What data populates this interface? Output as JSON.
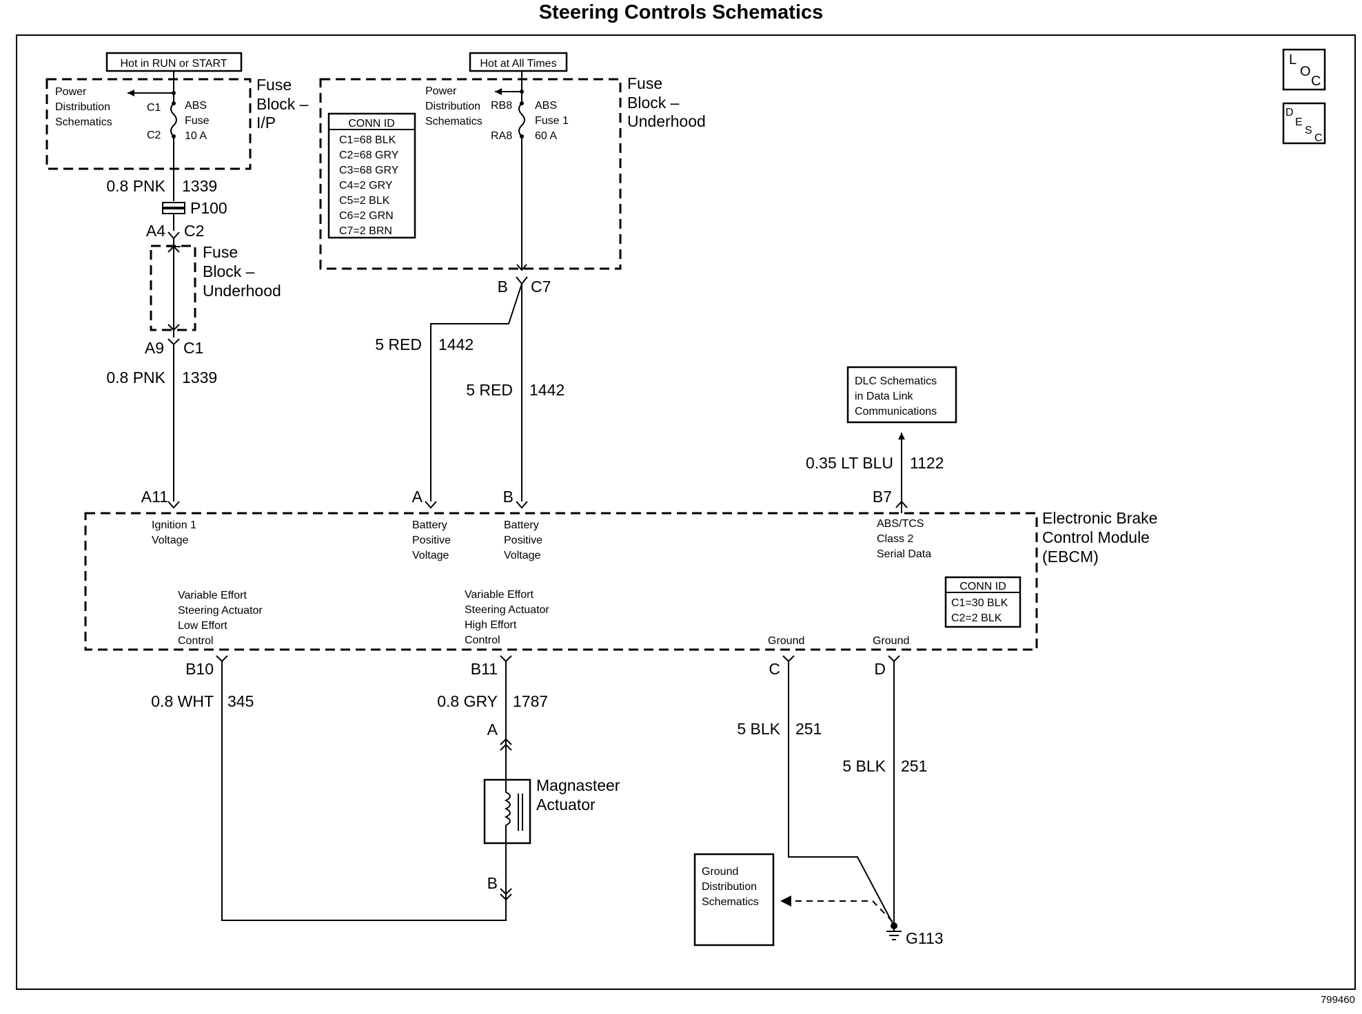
{
  "title": "Steering Controls Schematics",
  "figure_number": "799460",
  "icons": {
    "loc": "L O C",
    "desc": "D E S C"
  },
  "power": {
    "run_start": "Hot in RUN or START",
    "all_times": "Hot at All Times"
  },
  "fuse_ip": {
    "ref_line1": "Power",
    "ref_line2": "Distribution",
    "ref_line3": "Schematics",
    "c1": "C1",
    "c2": "C2",
    "fuse_l1": "ABS",
    "fuse_l2": "Fuse",
    "fuse_l3": "10 A",
    "block_l1": "Fuse",
    "block_l2": "Block –",
    "block_l3": "I/P"
  },
  "fuse_uh": {
    "ref_line1": "Power",
    "ref_line2": "Distribution",
    "ref_line3": "Schematics",
    "rb8": "RB8",
    "ra8": "RA8",
    "fuse_l1": "ABS",
    "fuse_l2": "Fuse 1",
    "fuse_l3": "60 A",
    "block_l1": "Fuse",
    "block_l2": "Block –",
    "block_l3": "Underhood"
  },
  "conn_id_top": {
    "title": "CONN ID",
    "rows": [
      "C1=68 BLK",
      "C2=68 GRY",
      "C3=68 GRY",
      "C4=2 GRY",
      "C5=2 BLK",
      "C6=2 GRN",
      "C7=2 BRN"
    ]
  },
  "fuse_uh_small": {
    "l1": "Fuse",
    "l2": "Block –",
    "l3": "Underhood"
  },
  "wires": {
    "w1339_color": "0.8 PNK",
    "w1339_num": "1339",
    "p100": "P100",
    "a4": "A4",
    "c2": "C2",
    "a9": "A9",
    "c1": "C1",
    "w1339b_color": "0.8 PNK",
    "w1339b_num": "1339",
    "b_conn": "B",
    "c7": "C7",
    "w1442a_color": "5 RED",
    "w1442a_num": "1442",
    "w1442b_color": "5 RED",
    "w1442b_num": "1442",
    "w1122_color": "0.35 LT BLU",
    "w1122_num": "1122",
    "w345_color": "0.8 WHT",
    "w345_num": "345",
    "w1787_color": "0.8 GRY",
    "w1787_num": "1787",
    "w251a_color": "5 BLK",
    "w251a_num": "251",
    "w251b_color": "5 BLK",
    "w251b_num": "251"
  },
  "dlc": {
    "l1": "DLC Schematics",
    "l2": "in Data Link",
    "l3": "Communications"
  },
  "ebcm": {
    "name_l1": "Electronic Brake",
    "name_l2": "Control Module",
    "name_l3": "(EBCM)",
    "pin_a11": "A11",
    "pin_a": "A",
    "pin_b": "B",
    "pin_b7": "B7",
    "pin_b10": "B10",
    "pin_b11": "B11",
    "pin_c": "C",
    "pin_d": "D",
    "ign_l1": "Ignition 1",
    "ign_l2": "Voltage",
    "batt1_l1": "Battery",
    "batt1_l2": "Positive",
    "batt1_l3": "Voltage",
    "batt2_l1": "Battery",
    "batt2_l2": "Positive",
    "batt2_l3": "Voltage",
    "abs_l1": "ABS/TCS",
    "abs_l2": "Class 2",
    "abs_l3": "Serial Data",
    "low_l1": "Variable Effort",
    "low_l2": "Steering Actuator",
    "low_l3": "Low Effort",
    "low_l4": "Control",
    "high_l1": "Variable Effort",
    "high_l2": "Steering Actuator",
    "high_l3": "High Effort",
    "high_l4": "Control",
    "gnd1": "Ground",
    "gnd2": "Ground",
    "conn_title": "CONN ID",
    "conn_r1": "C1=30 BLK",
    "conn_r2": "C2=2 BLK"
  },
  "actuator": {
    "l1": "Magnasteer",
    "l2": "Actuator",
    "pin_a": "A",
    "pin_b": "B"
  },
  "ground": {
    "ref_l1": "Ground",
    "ref_l2": "Distribution",
    "ref_l3": "Schematics",
    "g113": "G113"
  }
}
